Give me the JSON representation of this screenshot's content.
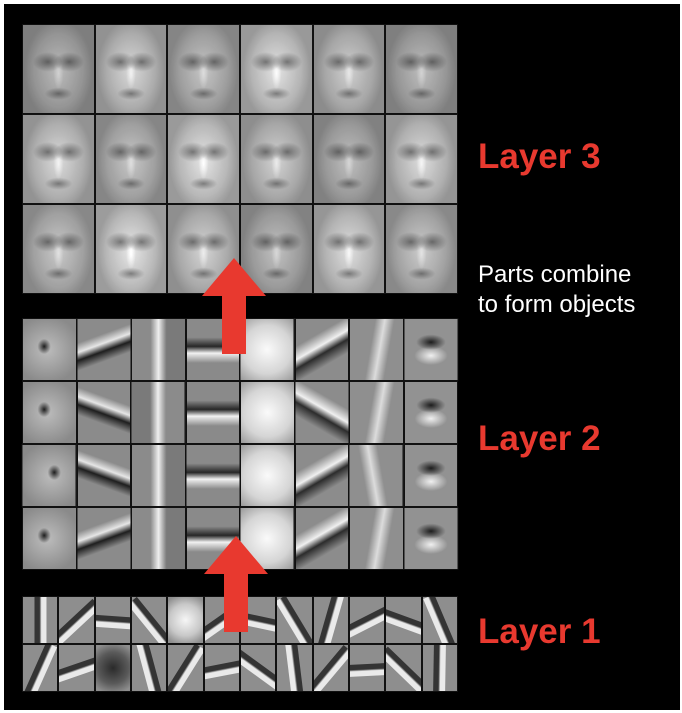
{
  "labels": {
    "layer3": "Layer 3",
    "layer2": "Layer 2",
    "layer1": "Layer 1"
  },
  "caption": {
    "line1": "Parts combine",
    "line2": "to form objects"
  },
  "colors": {
    "background": "#000000",
    "label": "#e8392f",
    "arrow": "#e8392f",
    "caption": "#ffffff"
  },
  "layers": {
    "layer3": {
      "rows": 3,
      "cols": 6,
      "content": "face filters"
    },
    "layer2": {
      "rows": 4,
      "cols": 8,
      "content": "face part filters"
    },
    "layer1": {
      "rows": 2,
      "cols": 12,
      "content": "edge filters"
    }
  }
}
